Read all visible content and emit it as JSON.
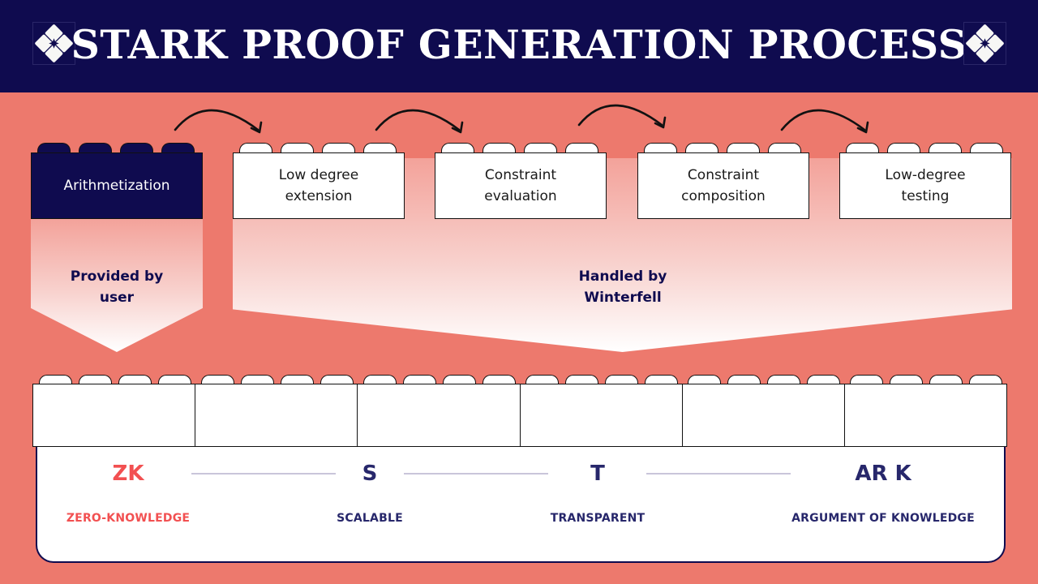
{
  "header": {
    "title": "STARK PROOF GENERATION PROCESS",
    "logo_icon": "four-diamond-star-logo"
  },
  "colors": {
    "header_bg": "#0F0B4F",
    "page_bg": "#ED796D",
    "accent_red": "#F25051",
    "navy_text": "#27276B"
  },
  "steps": [
    {
      "label": "Arithmetization",
      "style": "dark"
    },
    {
      "label": "Low degree\nextension",
      "style": "light"
    },
    {
      "label": "Constraint\nevaluation",
      "style": "light"
    },
    {
      "label": "Constraint\ncomposition",
      "style": "light"
    },
    {
      "label": "Low-degree\ntesting",
      "style": "light"
    }
  ],
  "groups": {
    "user": "Provided by\nuser",
    "winterfell": "Handled by\nWinterfell"
  },
  "stark": [
    {
      "acronym": "ZK",
      "meaning": "ZERO-KNOWLEDGE",
      "highlight": true
    },
    {
      "acronym": "S",
      "meaning": "SCALABLE",
      "highlight": false
    },
    {
      "acronym": "T",
      "meaning": "TRANSPARENT",
      "highlight": false
    },
    {
      "acronym": "AR K",
      "meaning": "ARGUMENT OF KNOWLEDGE",
      "highlight": false
    }
  ]
}
